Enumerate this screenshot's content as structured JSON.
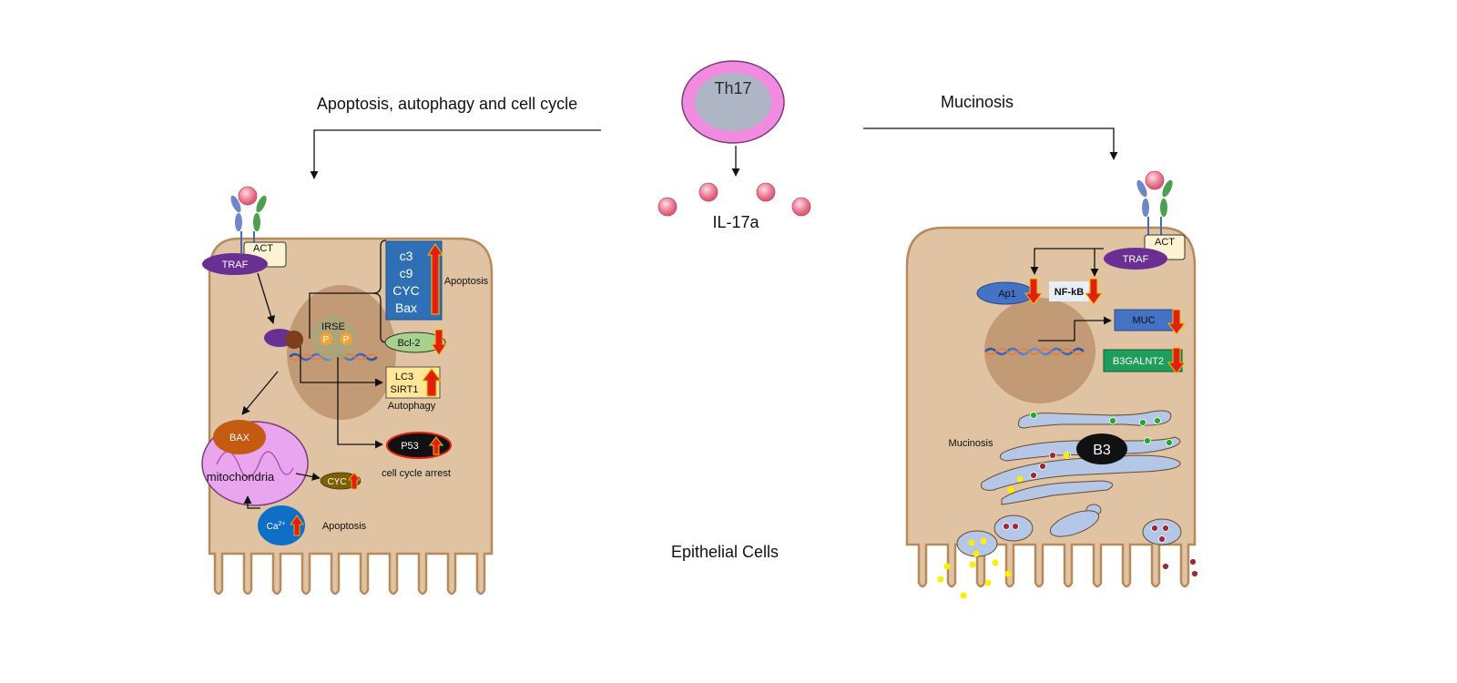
{
  "header": {
    "left_title": "Apoptosis, autophagy and cell cycle",
    "right_title": "Mucinosis",
    "center_cell": "Th17",
    "cytokine": "IL-17a",
    "bottom_label": "Epithelial Cells"
  },
  "left_cell": {
    "act": "ACT",
    "traf": "TRAF",
    "irse": "IRSE",
    "p": "P",
    "apoptosis_markers": [
      "c3",
      "c9",
      "CYC",
      "Bax"
    ],
    "apoptosis_label": "Apoptosis",
    "bcl2": "Bcl-2",
    "autophagy_markers": [
      "LC3",
      "SIRT1"
    ],
    "autophagy_label": "Autophagy",
    "p53": "P53",
    "cell_cycle_label": "cell cycle arrest",
    "bax": "BAX",
    "mitochondria": "mitochondria",
    "cyc": "CYC",
    "ca": "Ca",
    "ca_sup": "2+",
    "apoptosis_bottom": "Apoptosis"
  },
  "right_cell": {
    "act": "ACT",
    "traf": "TRAF",
    "ap1": "Ap1",
    "nfkb": "NF-kB",
    "muc": "MUC",
    "b3galnt2": "B3GALNT2",
    "mucinosis": "Mucinosis",
    "b3": "B3"
  },
  "colors": {
    "cell_fill": "#dfc3a3",
    "cell_stroke": "#b8895a",
    "nucleus": "#c39a76",
    "th17_outer": "#f08be0",
    "th17_inner": "#aeb5c5",
    "traf": "#6a2f93",
    "apoptosis_box": "#2e6fb5",
    "bcl2": "#a9d18e",
    "autophagy_box": "#ffe699",
    "bax": "#c55a11",
    "mito": "#e9a6ee",
    "cyc": "#7f6000",
    "ca": "#0f6fc6",
    "ap1": "#4472c4",
    "muc": "#4472c4",
    "b3galnt2": "#1e9e5a",
    "golgi": "#b4c7e7",
    "arrow_down": "#e02010",
    "arrow_up": "#e02010",
    "arrow_edge": "#f5c400"
  }
}
